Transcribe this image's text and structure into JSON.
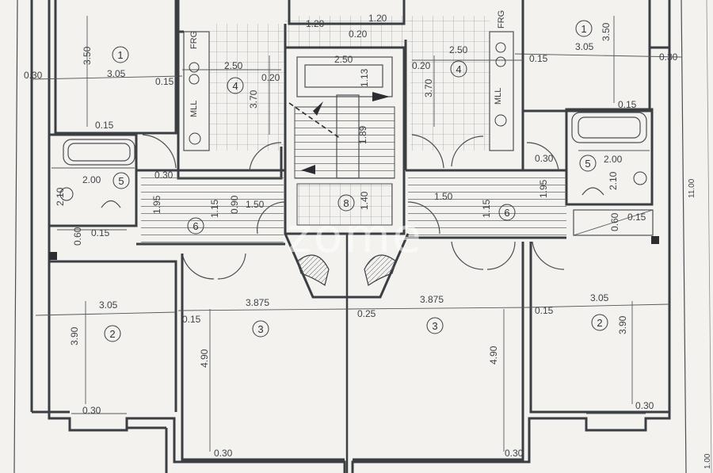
{
  "watermark": "zome",
  "rooms": {
    "left_1": "1",
    "right_1": "1",
    "left_2": "2",
    "right_2": "2",
    "left_3": "3",
    "right_3": "3",
    "left_4": "4",
    "right_4": "4",
    "left_5": "5",
    "right_5": "5",
    "left_6": "6",
    "right_6": "6",
    "stair_8": "8"
  },
  "dimensions": {
    "top_120_left": "1.20",
    "top_120_right": "1.20",
    "top_020": "0.20",
    "l_030": "0.30",
    "l_350": "3.50",
    "l_305_top": "3.05",
    "l_015": "0.15",
    "l4_250": "2.50",
    "l4_020": "0.20",
    "l4_370": "3.70",
    "stair_250": "2.50",
    "stair_113": "1.13",
    "stair_189": "1.89",
    "stair_140": "1.40",
    "r4_020": "0.20",
    "r4_250": "2.50",
    "r4_370": "3.70",
    "r_350": "3.50",
    "r_305_top": "3.05",
    "r_015": "0.15",
    "r_030": "0.30",
    "lb_015": "0.15",
    "lb_200": "2.00",
    "lb_210": "2.10",
    "lb_030s": "0.30",
    "lb_060": "0.60",
    "lb_015b": "0.15",
    "lh_195": "1.95",
    "lh_115": "1.15",
    "lh_150": "1.50",
    "lh_090": "0.90",
    "rh_150": "1.50",
    "rh_115": "1.15",
    "rh_195": "1.95",
    "rh_030": "0.30",
    "rb_015": "0.15",
    "rb_200": "2.00",
    "rb_210": "2.10",
    "rb_060": "0.60",
    "rb_015b": "0.15",
    "bl_305": "3.05",
    "bl_390": "3.90",
    "bl_030": "0.30",
    "bl_015": "0.15",
    "bm_3875_l": "3.875",
    "bm_490_l": "4.90",
    "bm_030_l": "0.30",
    "bm_025": "0.25",
    "bm_3875_r": "3.875",
    "bm_490_r": "4.90",
    "bm_030_r": "0.30",
    "br_015": "0.15",
    "br_305": "3.05",
    "br_390": "3.90",
    "br_030": "0.30",
    "edge_1100": "11.00",
    "edge_100": "1.00"
  },
  "fixtures": {
    "frg_left": "FRG",
    "frg_right": "FRG",
    "mll_left": "MLL",
    "mll_right": "MLL"
  },
  "colors": {
    "paper": "#f3f2ee",
    "ink": "#3b3e43"
  }
}
